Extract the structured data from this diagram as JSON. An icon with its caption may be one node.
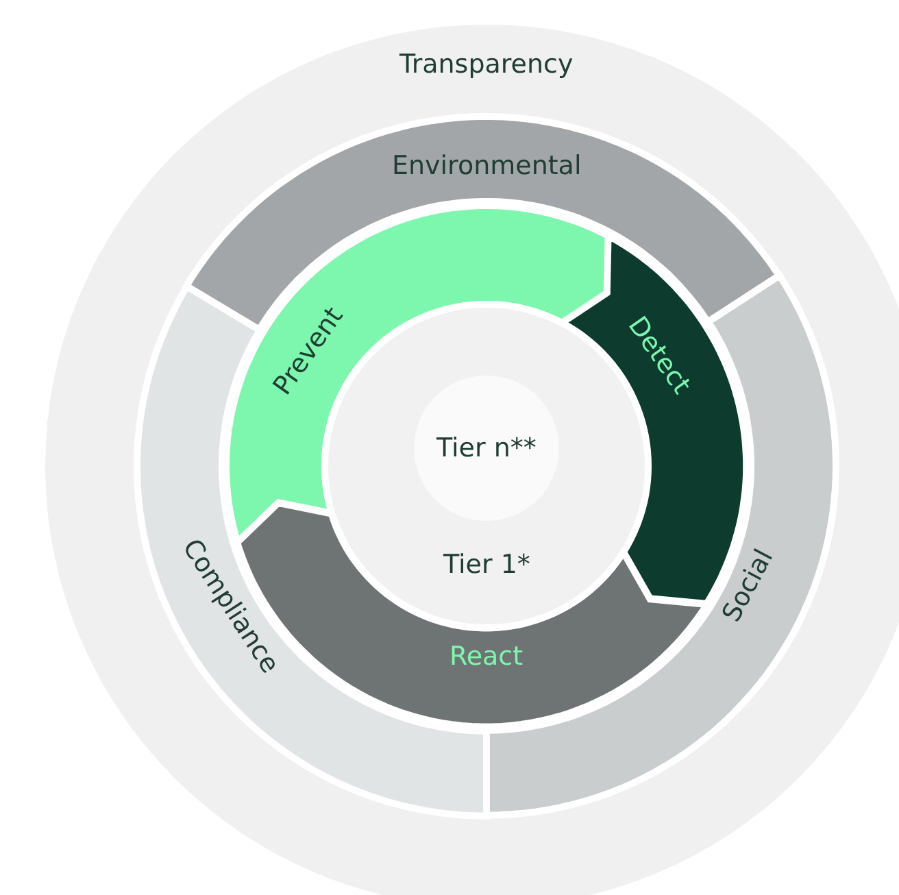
{
  "diagram": {
    "nodes": [
      {
        "text": [
          "Transparency"
        ]
      },
      {
        "text": [
          "Environmental"
        ],
        "in": 0
      },
      {
        "text": [
          "Social"
        ],
        "in": 0
      },
      {
        "text": [
          "Compliance"
        ],
        "in": 0
      },
      {
        "text": [
          "Prevent"
        ],
        "in": 0
      },
      {
        "text": [
          "Detect"
        ],
        "in": 0
      },
      {
        "text": [
          "React"
        ],
        "in": 0
      },
      {
        "text": [
          "Tier 1*"
        ],
        "in": 0
      },
      {
        "text": [
          "Tier n**"
        ],
        "in": 7
      }
    ]
  }
}
